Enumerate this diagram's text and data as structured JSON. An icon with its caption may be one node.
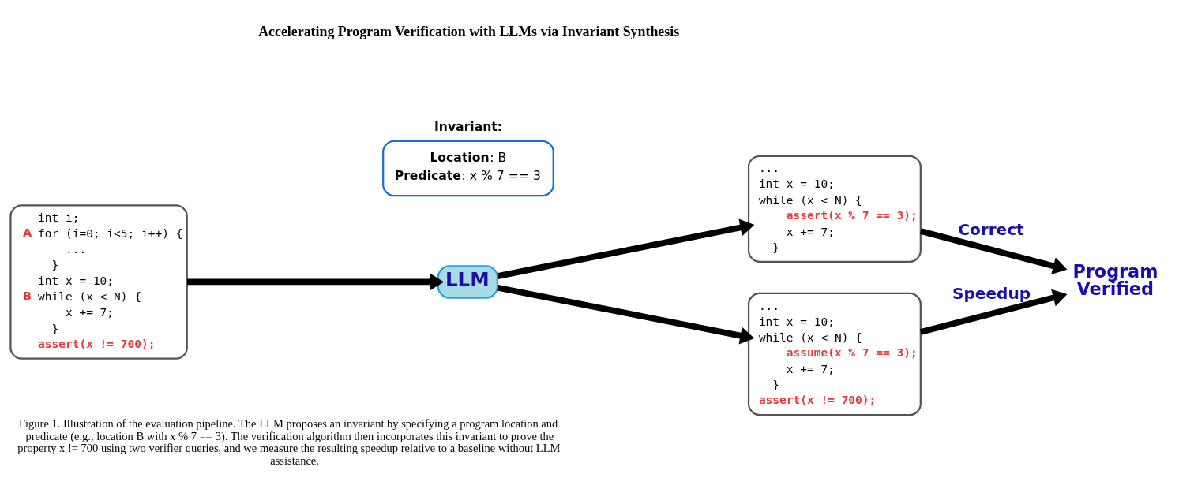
{
  "diagram": {
    "title": "Accelerating Program Verification with LLMs via Invariant Synthesis",
    "caption": "Figure 1. Illustration of the evaluation pipeline. The LLM proposes an invariant by specifying a program location and predicate (e.g., location B with x % 7 == 3). The verification algorithm then incorporates this invariant to prove the property x != 700 using two verifier queries, and we measure the resulting speedup relative to a baseline without LLM assistance.",
    "nodes": [
      {
        "text": [
          "int i;",
          "A",
          "for (i=0; i<5; i++) {",
          "...",
          "}",
          "int x = 10;",
          "B",
          "while (x < N) {",
          "x += 7;",
          "}",
          "assert(x != 700);"
        ]
      },
      {
        "text": [
          "Invariant:",
          "**Location**: B",
          "**Predicate**: x % 7 == 3"
        ]
      },
      {
        "text": [
          "LLM"
        ]
      },
      {
        "text": [
          "...",
          "int x = 10;",
          "while (x < N) {",
          "assert(x % 7 == 3);",
          "x += 7;",
          "}"
        ]
      },
      {
        "text": [
          "...",
          "int x = 10;",
          "while (x < N) {",
          "assume(x % 7 == 3);",
          "x += 7;",
          "}",
          "assert(x != 700);"
        ]
      },
      {
        "text": [
          "Program Verified"
        ]
      }
    ],
    "edges": [
      {
        "from": 0,
        "to": 2,
        "arrow": "to"
      },
      {
        "from": 2,
        "to": 3,
        "arrow": "to"
      },
      {
        "from": 2,
        "to": 4,
        "arrow": "to"
      },
      {
        "from": 3,
        "to": 5,
        "label": "Correct",
        "arrow": "to"
      },
      {
        "from": 4,
        "to": 5,
        "label": "Speedup",
        "arrow": "to"
      }
    ]
  }
}
